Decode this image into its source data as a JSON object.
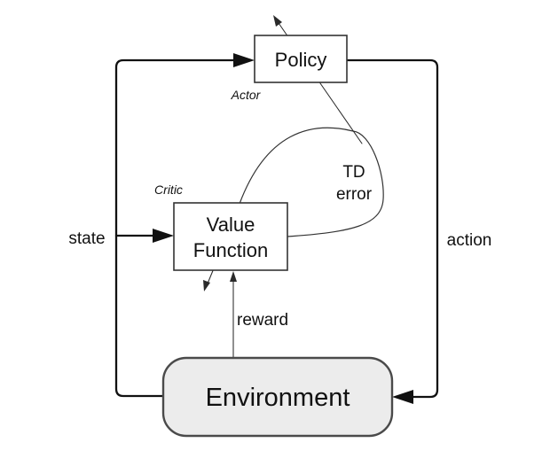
{
  "nodes": {
    "policy": "Policy",
    "value_line1": "Value",
    "value_line2": "Function",
    "environment": "Environment"
  },
  "annotations": {
    "actor": "Actor",
    "critic": "Critic",
    "td_line1": "TD",
    "td_line2": "error"
  },
  "edges": {
    "state": "state",
    "action": "action",
    "reward": "reward"
  }
}
